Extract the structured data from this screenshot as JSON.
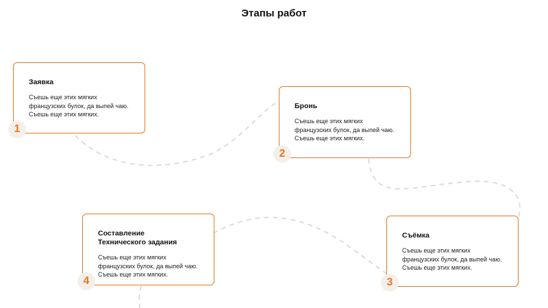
{
  "page": {
    "title": "Этапы работ"
  },
  "accent_color": "#e07a28",
  "steps": [
    {
      "number": "1",
      "title": "Заявка",
      "text": "Съешь еще этих мягких французских булок, да выпей чаю. Съешь еще этих мягких."
    },
    {
      "number": "2",
      "title": "Бронь",
      "text": "Съешь еще этих мягких французских булок, да выпей чаю. Съешь еще этих мягких."
    },
    {
      "number": "3",
      "title": "Съёмка",
      "text": "Съешь еще этих мягких французских булок, да выпей чаю. Съешь еще этих мягких."
    },
    {
      "number": "4",
      "title": "Составление Технического задания",
      "text": "Съешь еще этих мягких французских булок, да выпей чаю. Съешь еще этих мягких."
    }
  ]
}
